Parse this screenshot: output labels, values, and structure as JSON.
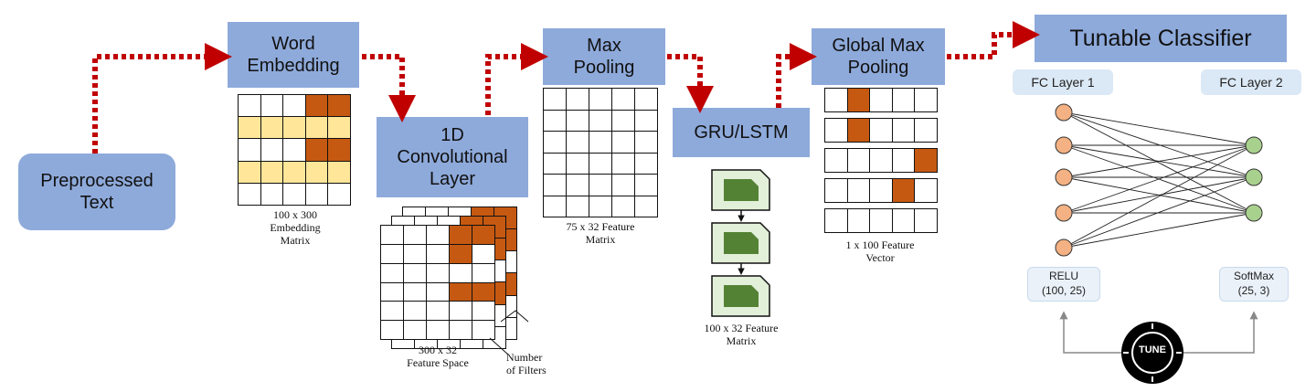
{
  "nodes": {
    "preprocessed": "Preprocessed\nText",
    "word_embedding": "Word\nEmbedding",
    "conv1d": "1D\nConvolutional\nLayer",
    "max_pooling": "Max\nPooling",
    "gru_lstm": "GRU/LSTM",
    "global_max_pooling": "Global Max\nPooling",
    "tunable_classifier": "Tunable Classifier"
  },
  "captions": {
    "embedding_matrix": "100 x 300\nEmbedding\nMatrix",
    "feature_space": "300 x 32\nFeature Space",
    "number_of_filters": "Number\nof Filters",
    "pool_matrix": "75 x 32 Feature\nMatrix",
    "gru_matrix": "100 x 32 Feature\nMatrix",
    "feature_vector": "1 x 100 Feature\nVector"
  },
  "classifier": {
    "fc_layer_1": "FC Layer 1",
    "fc_layer_2": "FC Layer 2",
    "relu": "RELU\n(100, 25)",
    "softmax": "SoftMax\n(25, 3)",
    "tune": "TUNE",
    "input_nodes": 5,
    "output_nodes": 3
  },
  "colors": {
    "box": "#8eaadb",
    "arrow": "#c00000",
    "orange": "#c65911",
    "yellow": "#ffe699",
    "green": "#548235",
    "node_orange": "#f4b183",
    "node_green": "#a9d18e"
  },
  "matrices": {
    "embedding": [
      "wwwoo",
      "yyyyy",
      "wwwoo",
      "yyyyy",
      "wwwww"
    ],
    "conv_front": [
      "wwwoo",
      "wwwow",
      "wwwww",
      "wwwoo",
      "wwwww",
      "wwwww"
    ],
    "pool": [
      "wwwww",
      "wwwww",
      "wwwww",
      "wwwww",
      "wwwww",
      "wwwww"
    ],
    "vector_rows": [
      "wowww",
      "wowww",
      "wwwwo",
      "wwwow",
      "wwwww"
    ]
  }
}
